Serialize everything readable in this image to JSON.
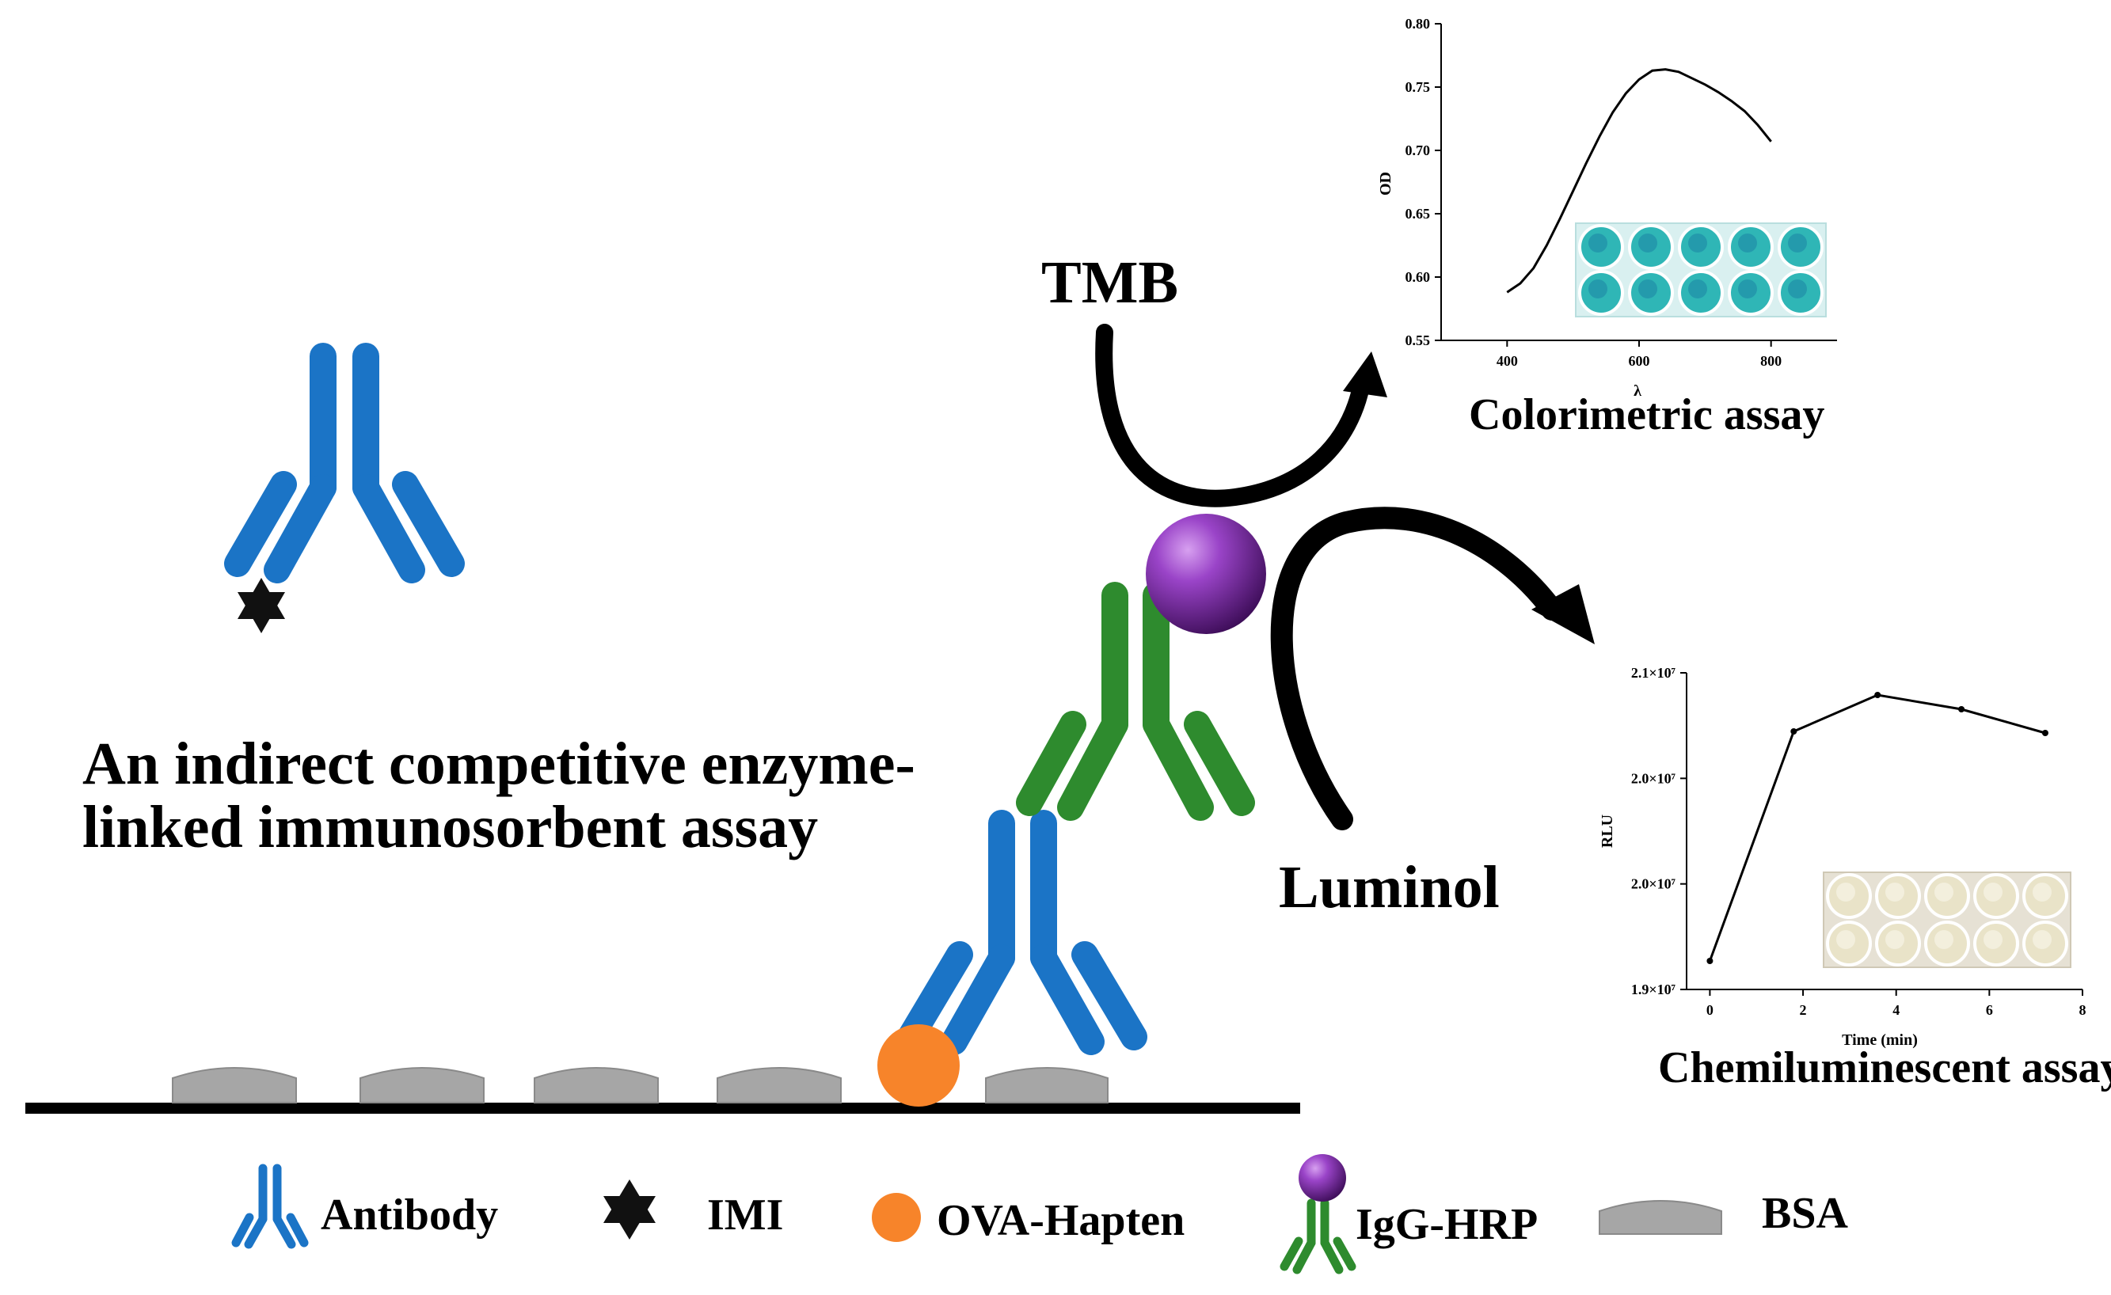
{
  "diagram": {
    "main_title_line1": "An indirect competitive enzyme-",
    "main_title_line2": "linked immunosorbent assay",
    "tmb_label": "TMB",
    "luminol_label": "Luminol",
    "colors": {
      "antibody": "#1b74c6",
      "igg": "#2e8b2e",
      "hapten": "#f7842a",
      "bsa": "#a6a6a6",
      "hrp": "#7a2fa0",
      "well_blue": "#2fb6b6",
      "well_pale": "#e9e3c8"
    }
  },
  "legend": {
    "antibody": "Antibody",
    "imi": "IMI",
    "ova_hapten": "OVA-Hapten",
    "igg_hrp": "IgG-HRP",
    "bsa": "BSA"
  },
  "chart_data": [
    {
      "type": "line",
      "title": "Colorimetric assay",
      "xlabel": "λ",
      "ylabel": "OD",
      "xlim": [
        300,
        900
      ],
      "ylim": [
        0.55,
        0.8
      ],
      "xticks": [
        "400",
        "600",
        "800"
      ],
      "yticks": [
        "0.55",
        "0.60",
        "0.65",
        "0.70",
        "0.75",
        "0.80"
      ],
      "series": [
        {
          "x": [
            400,
            420,
            440,
            460,
            480,
            500,
            520,
            540,
            560,
            580,
            600,
            620,
            640,
            660,
            680,
            700,
            720,
            740,
            760,
            780,
            800
          ],
          "values": [
            0.588,
            0.595,
            0.607,
            0.625,
            0.646,
            0.668,
            0.69,
            0.711,
            0.73,
            0.745,
            0.756,
            0.763,
            0.764,
            0.762,
            0.757,
            0.752,
            0.746,
            0.739,
            0.731,
            0.72,
            0.707
          ]
        }
      ]
    },
    {
      "type": "line",
      "title": "Chemiluminescent assay",
      "xlabel": "Time (min)",
      "ylabel": "RLU",
      "xlim": [
        -0.5,
        8
      ],
      "ylim": [
        1.9,
        2.1
      ],
      "xticks": [
        "0",
        "2",
        "4",
        "6",
        "8"
      ],
      "yticks": [
        "1.9×10⁷",
        "2.0×10⁷",
        "2.0×10⁷",
        "2.1×10⁷"
      ],
      "series": [
        {
          "x": [
            0,
            1.8,
            3.6,
            5.4,
            7.2
          ],
          "values": [
            1.918,
            2.063,
            2.086,
            2.077,
            2.062
          ]
        }
      ]
    }
  ]
}
